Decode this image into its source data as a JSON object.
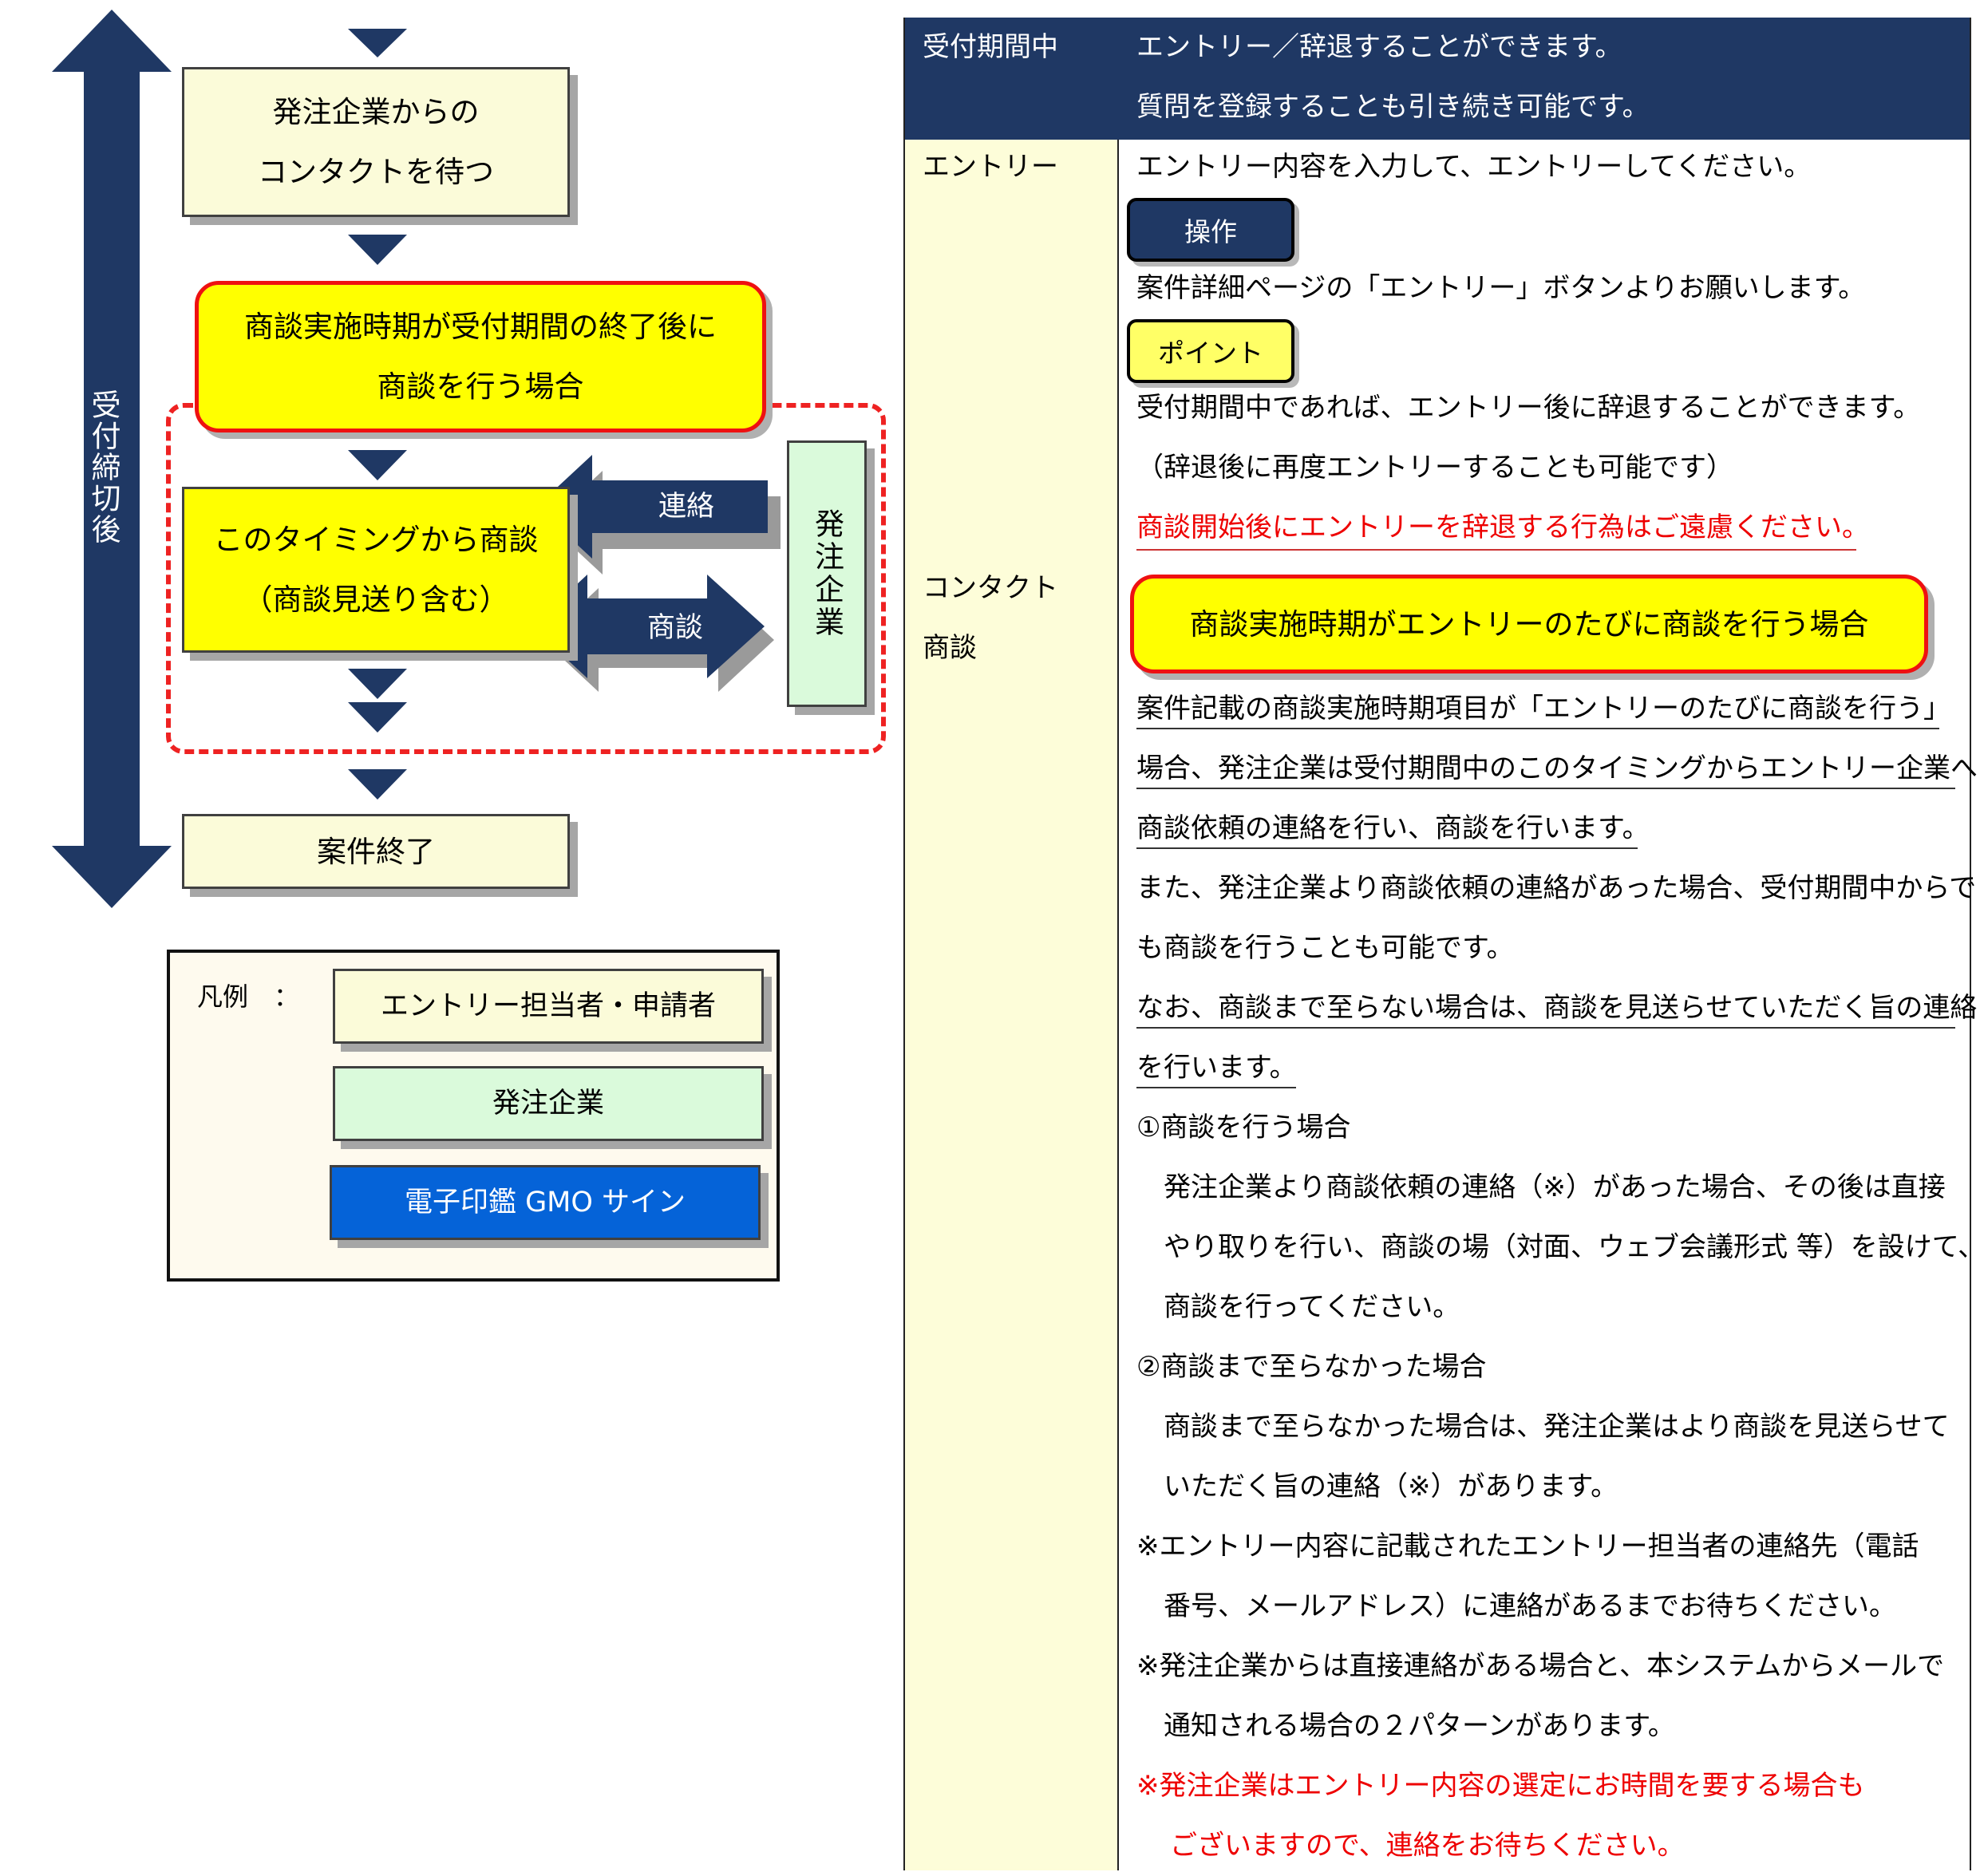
{
  "diagram": {
    "vertical_arrow_label": "受付締切後",
    "box_wait": [
      "発注企業からの",
      "コンタクトを待つ"
    ],
    "callout_after_period": [
      "商談実施時期が受付期間の終了後に",
      "商談を行う場合"
    ],
    "box_negotiation": [
      "このタイミングから商談",
      "（商談見送り含む）"
    ],
    "arrow_contact_label": "連絡",
    "arrow_negotiation_label": "商談",
    "box_client": "発注企業",
    "box_end": "案件終了"
  },
  "legend": {
    "label": "凡例　：",
    "items": [
      {
        "text": "エントリー担当者・申請者",
        "color": "#fbfbd9"
      },
      {
        "text": "発注企業",
        "color": "#dafadb"
      },
      {
        "text": "電子印鑑 GMO サイン",
        "color": "#0563d8"
      }
    ]
  },
  "table": {
    "header": {
      "left": "受付期間中",
      "lines": [
        "エントリー／辞退することができます。",
        "質問を登録することも引き続き可能です。"
      ]
    },
    "left_labels": {
      "entry": "エントリー",
      "contact": "コンタクト",
      "negotiation": "商談"
    },
    "operation_button": "操作",
    "point_button": "ポイント",
    "callout_each_entry": "商談実施時期がエントリーのたびに商談を行う場合",
    "lines": {
      "l1": "エントリー内容を入力して、エントリーしてください。",
      "l2": "案件詳細ページの「エントリー」ボタンよりお願いします。",
      "l3": "受付期間中であれば、エントリー後に辞退することができます。",
      "l4": "（辞退後に再度エントリーすることも可能です）",
      "l5": "商談開始後にエントリーを辞退する行為はご遠慮ください。",
      "l6": "案件記載の商談実施時期項目が「エントリーのたびに商談を行う」",
      "l7": "場合、発注企業は受付期間中のこのタイミングからエントリー企業へ",
      "l8": "商談依頼の連絡を行い、商談を行います。",
      "l9": "また、発注企業より商談依頼の連絡があった場合、受付期間中からで",
      "l10": "も商談を行うことも可能です。",
      "l11": "なお、商談まで至らない場合は、商談を見送らせていただく旨の連絡",
      "l12": "を行います。",
      "l13": "①商談を行う場合",
      "l14": "発注企業より商談依頼の連絡（※）があった場合、その後は直接",
      "l15": "やり取りを行い、商談の場（対面、ウェブ会議形式 等）を設けて、",
      "l16": "商談を行ってください。",
      "l17": "②商談まで至らなかった場合",
      "l18": "商談まで至らなかった場合は、発注企業はより商談を見送らせて",
      "l19": "いただく旨の連絡（※）があります。",
      "l20": "※エントリー内容に記載されたエントリー担当者の連絡先（電話",
      "l21": "番号、メールアドレス）に連絡があるまでお待ちください。",
      "l22": "※発注企業からは直接連絡がある場合と、本システムからメールで",
      "l23": "通知される場合の２パターンがあります。",
      "l24": "※発注企業はエントリー内容の選定にお時間を要する場合も",
      "l25": "ございますので、連絡をお待ちください。"
    }
  },
  "colors": {
    "navy": "#1f3864",
    "red": "#ee0000",
    "yellow": "#ffff00",
    "cream": "#fbfbd9",
    "mint": "#dafadb",
    "blue": "#0563d8"
  }
}
